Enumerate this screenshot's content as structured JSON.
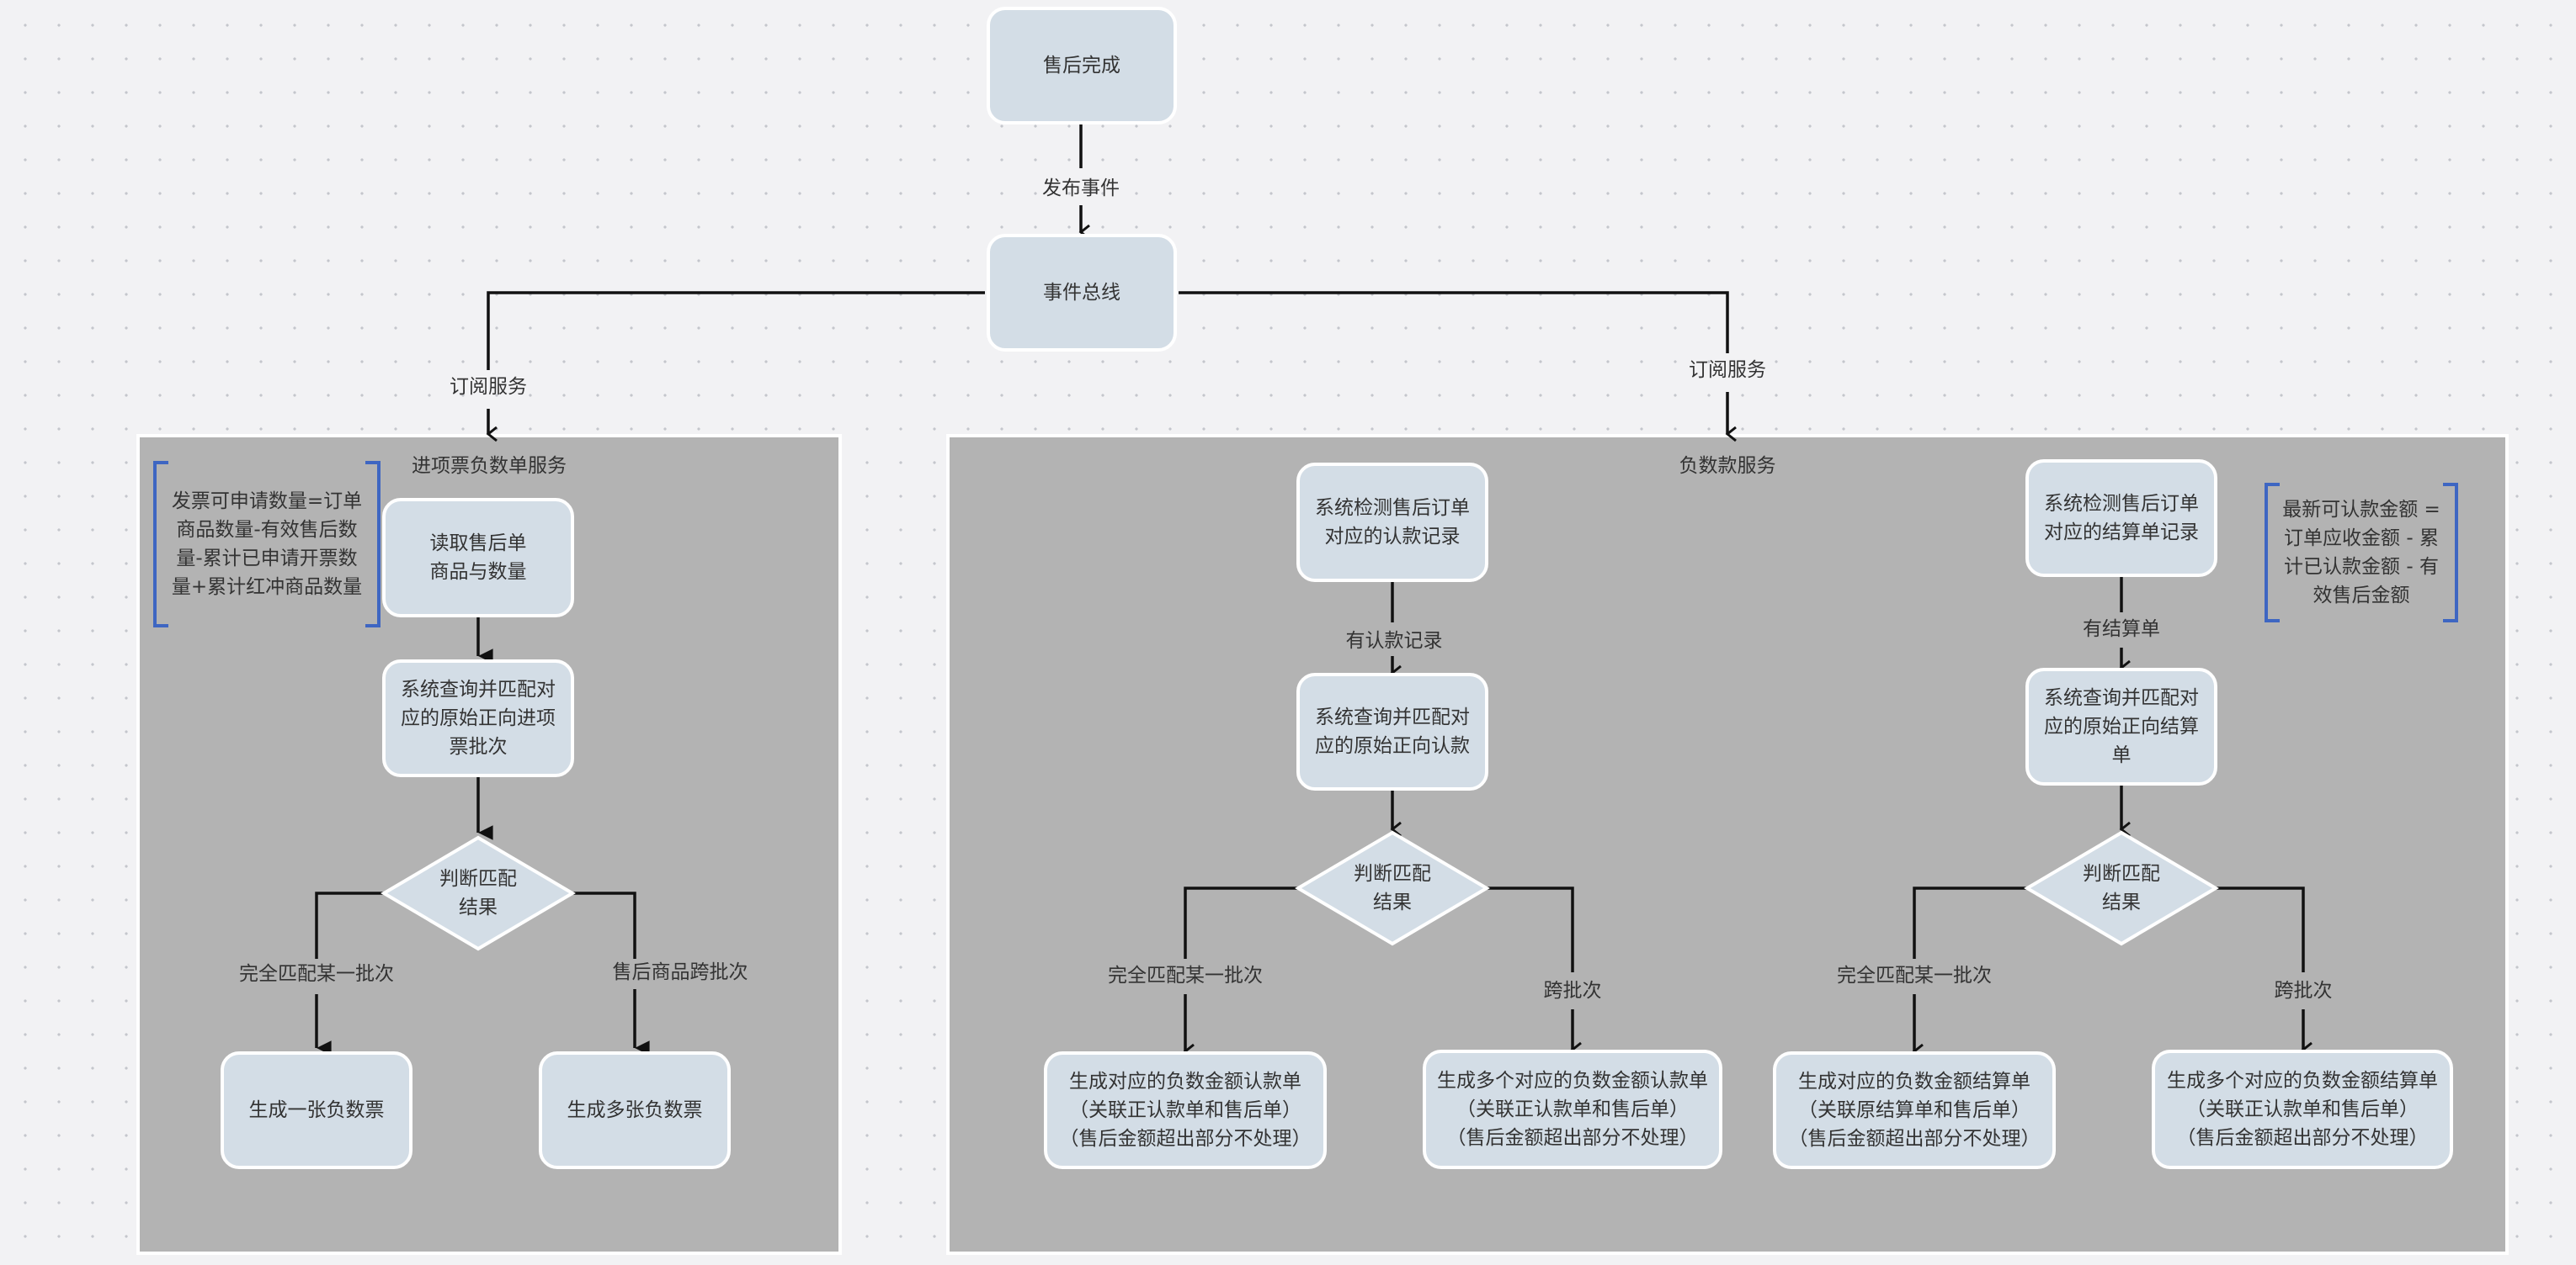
{
  "nodes": {
    "after_sale_done": "售后完成",
    "event_bus": "事件总线",
    "read_after_sale": "读取售后单\n商品与数量",
    "query_invoice_batch": "系统查询并匹配对\n应的原始正向进项\n票批次",
    "judge_left": "判断匹配\n结果",
    "one_negative_invoice": "生成一张负数票",
    "multi_negative_invoice": "生成多张负数票",
    "detect_claim": "系统检测售后订单\n对应的认款记录",
    "query_claim": "系统查询并匹配对\n应的原始正向认款",
    "judge_mid": "判断匹配\n结果",
    "gen_neg_claim": "生成对应的负数金额认款单\n（关联正认款单和售后单）\n（售后金额超出部分不处理）",
    "gen_multi_neg_claim": "生成多个对应的负数金额认款单\n（关联正认款单和售后单）\n（售后金额超出部分不处理）",
    "detect_settlement": "系统检测售后订单\n对应的结算单记录",
    "query_settlement": "系统查询并匹配对\n应的原始正向结算\n单",
    "judge_right": "判断匹配\n结果",
    "gen_neg_settlement": "生成对应的负数金额结算单\n（关联原结算单和售后单）\n（售后金额超出部分不处理）",
    "gen_multi_neg_settlement": "生成多个对应的负数金额结算单\n（关联正认款单和售后单）\n（售后金额超出部分不处理）"
  },
  "groups": {
    "invoice_service": "进项票负数单服务",
    "negative_payment_service": "负数款服务"
  },
  "edge_labels": {
    "publish_event": "发布事件",
    "subscribe_left": "订阅服务",
    "subscribe_right": "订阅服务",
    "full_match_left": "完全匹配某一批次",
    "cross_batch_left": "售后商品跨批次",
    "has_claim": "有认款记录",
    "full_match_mid": "完全匹配某一批次",
    "cross_batch_mid": "跨批次",
    "has_settlement": "有结算单",
    "full_match_right": "完全匹配某一批次",
    "cross_batch_right": "跨批次"
  },
  "notes": {
    "invoice_formula": "发票可申请数量=订单\n商品数量-有效售后数\n量-累计已申请开票数\n量+累计红冲商品数量",
    "claim_formula": "最新可认款金额 =\n订单应收金额 - 累\n计已认款金额 - 有\n效售后金额"
  },
  "colors": {
    "node_fill": "#d3dde6",
    "group_fill": "#b3b3b3",
    "note_bracket": "#3e66c2",
    "wire": "#111111"
  }
}
